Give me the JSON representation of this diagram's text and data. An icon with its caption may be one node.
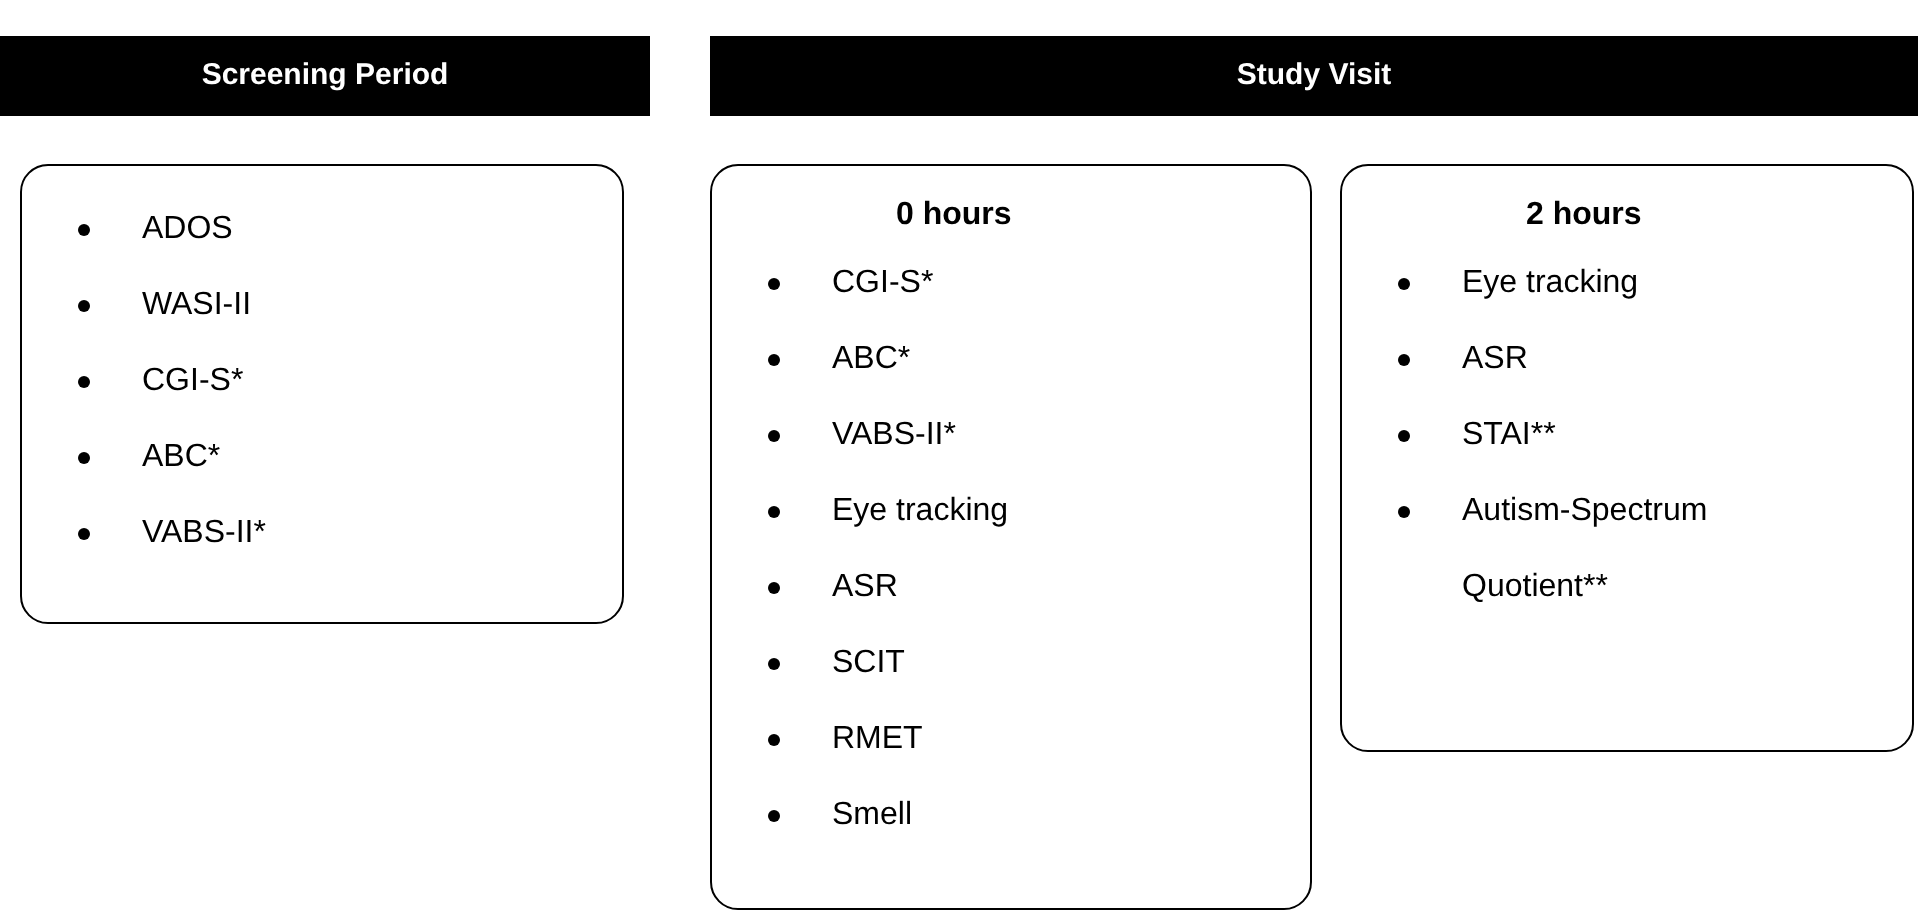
{
  "diagram": {
    "nodes": [
      {
        "text": [
          "Screening Period"
        ]
      },
      {
        "text": [
          "ADOS",
          "WASI-II",
          "CGI-S*",
          "ABC*",
          "VABS-II*"
        ]
      },
      {
        "text": [
          "Study Visit"
        ]
      },
      {
        "text": [
          "0 hours",
          "CGI-S*",
          "ABC*",
          "VABS-II*",
          "Eye tracking",
          "ASR",
          "SCIT",
          "RMET",
          "Smell"
        ]
      },
      {
        "text": [
          "2 hours",
          "Eye tracking",
          "ASR",
          "STAI**",
          "Autism-Spectrum Quotient**"
        ]
      }
    ]
  }
}
